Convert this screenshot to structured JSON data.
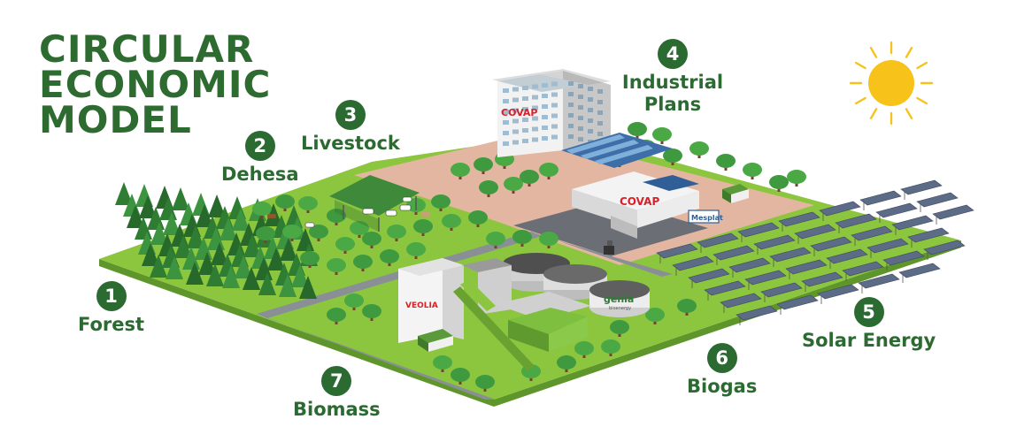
{
  "title": {
    "line1": "CIRCULAR",
    "line2": "ECONOMIC",
    "line3": "MODEL"
  },
  "colors": {
    "text_green": "#2e6b30",
    "badge_green": "#2b6a31",
    "grass": "#8cc63f",
    "grass_dark": "#6fa832",
    "road": "#8a8f96",
    "industrial_ground": "#e3b6a1",
    "sun": "#f7c21a",
    "solar_panel": "#5c6b86"
  },
  "zones": [
    {
      "number": "1",
      "label": "Forest"
    },
    {
      "number": "2",
      "label": "Dehesa"
    },
    {
      "number": "3",
      "label": "Livestock"
    },
    {
      "number": "4",
      "label": "Industrial Plans"
    },
    {
      "number": "5",
      "label": "Solar Energy"
    },
    {
      "number": "6",
      "label": "Biogas"
    },
    {
      "number": "7",
      "label": "Biomass"
    }
  ],
  "signs": {
    "covap_tower": "COVAP",
    "covap_plant": "COVAP",
    "mesplat": "Mesplat",
    "veolia": "VEOLIA",
    "genia": "genia",
    "genia_sub": "bioenergy"
  },
  "icons": [
    "sun-icon",
    "tree-icon",
    "cow-icon",
    "truck-icon",
    "solar-panel-icon",
    "biogas-tank-icon",
    "factory-icon"
  ]
}
